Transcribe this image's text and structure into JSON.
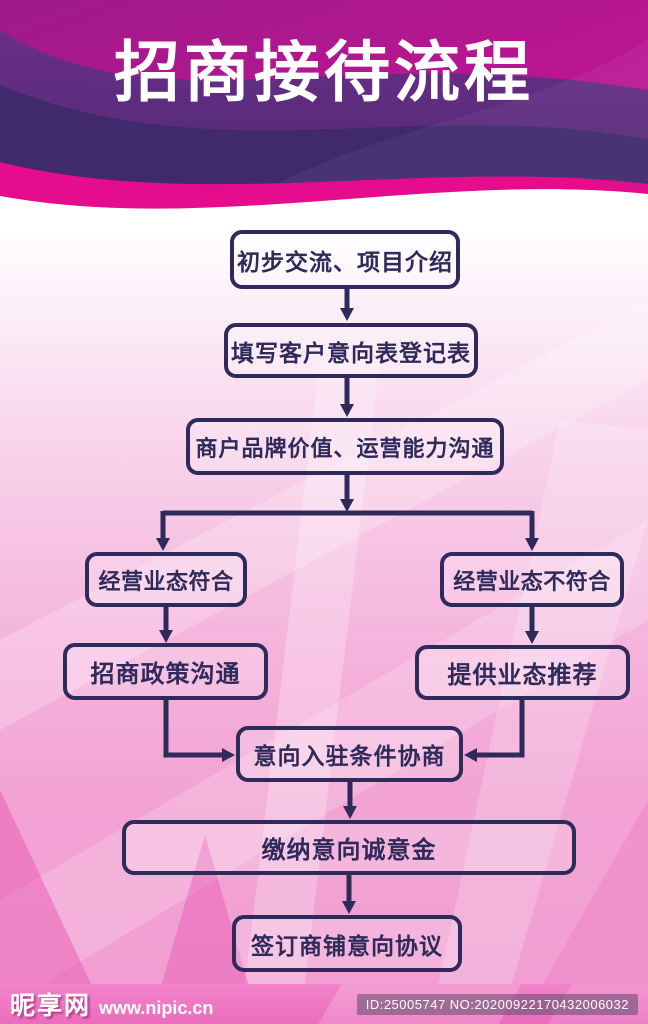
{
  "title": "招商接待流程",
  "flow": {
    "step1": "初步交流、项目介绍",
    "step2": "填写客户意向表登记表",
    "step3": "商户品牌价值、运营能力沟通",
    "left_condition": "经营业态符合",
    "left_action": "招商政策沟通",
    "right_condition": "经营业态不符合",
    "right_action": "提供业态推荐",
    "merge": "意向入驻条件协商",
    "deposit": "缴纳意向诚意金",
    "sign": "签订商铺意向协议"
  },
  "footer": {
    "site_name": "昵享网",
    "site_url": "www.nipic.cn",
    "watermark": "ID:25005747 NO:20200922170432006032"
  },
  "colors": {
    "box_border": "#2e2a5a",
    "box_text": "#2e2a5a",
    "header_magenta": "#b91692",
    "header_purple": "#3f2a6b",
    "ribbon_magenta": "#e50d8d",
    "background_pink": "#f19ed2",
    "footer_pink": "#ec6cbd",
    "title_color": "#ffffff"
  }
}
